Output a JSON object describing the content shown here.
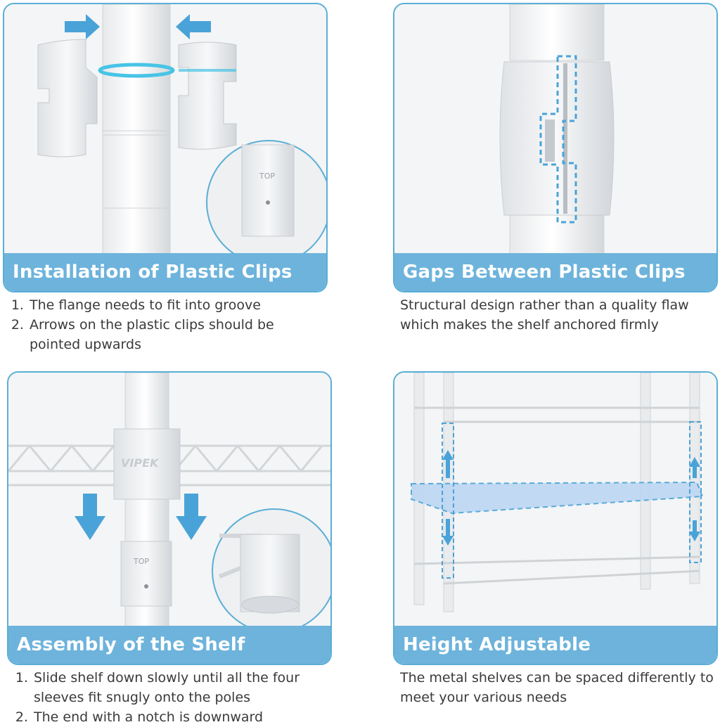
{
  "panels": [
    {
      "title": "Installation of Plastic Clips",
      "items": [
        "The flange needs to fit into groove",
        "Arrows on the plastic clips should be pointed upwards"
      ]
    },
    {
      "title": "Gaps Between Plastic Clips",
      "text": "Structural design rather than a quality flaw which makes the shelf anchored firmly"
    },
    {
      "title": "Assembly of the Shelf",
      "items": [
        "Slide shelf down slowly until all the four sleeves fit snugly onto the poles",
        "The end with a notch is downward"
      ]
    },
    {
      "title": "Height Adjustable",
      "text": "The metal shelves can be spaced differently to meet your various needs"
    }
  ],
  "labels": {
    "top_mark": "TOP",
    "brand_mark": "VIPEK"
  },
  "colors": {
    "accent": "#6db3dc",
    "border": "#5aaed6",
    "arrow": "#4aa3d8",
    "highlight": "#bcd6f2"
  }
}
